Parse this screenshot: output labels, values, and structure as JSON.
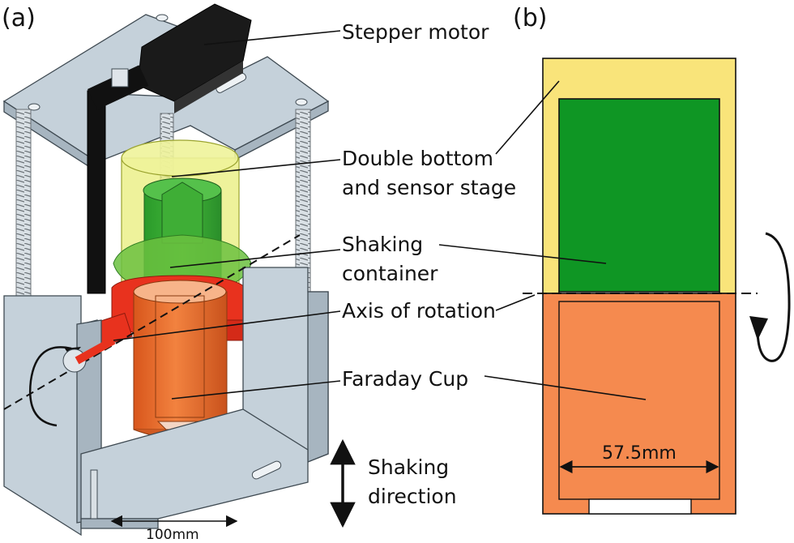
{
  "panel_a": {
    "letter": "(a)",
    "labels": {
      "stepper_motor": "Stepper motor",
      "double_bottom_line1": "Double bottom",
      "double_bottom_line2": "and sensor stage",
      "shaking_container_line1": "Shaking",
      "shaking_container_line2": "container",
      "axis_of_rotation": "Axis of rotation",
      "faraday_cup": "Faraday Cup",
      "shaking_direction_line1": "Shaking",
      "shaking_direction_line2": "direction"
    },
    "dimension_label": "100mm"
  },
  "panel_b": {
    "letter": "(b)",
    "dimension_label": "57.5mm"
  },
  "colors": {
    "outer_container": "#f9e47a",
    "shaking_container": "#0f9624",
    "faraday_cup": "#f58a4f",
    "frame": "#c5d1da",
    "motor": "#1a1a1a",
    "clamp": "#e8321e"
  }
}
